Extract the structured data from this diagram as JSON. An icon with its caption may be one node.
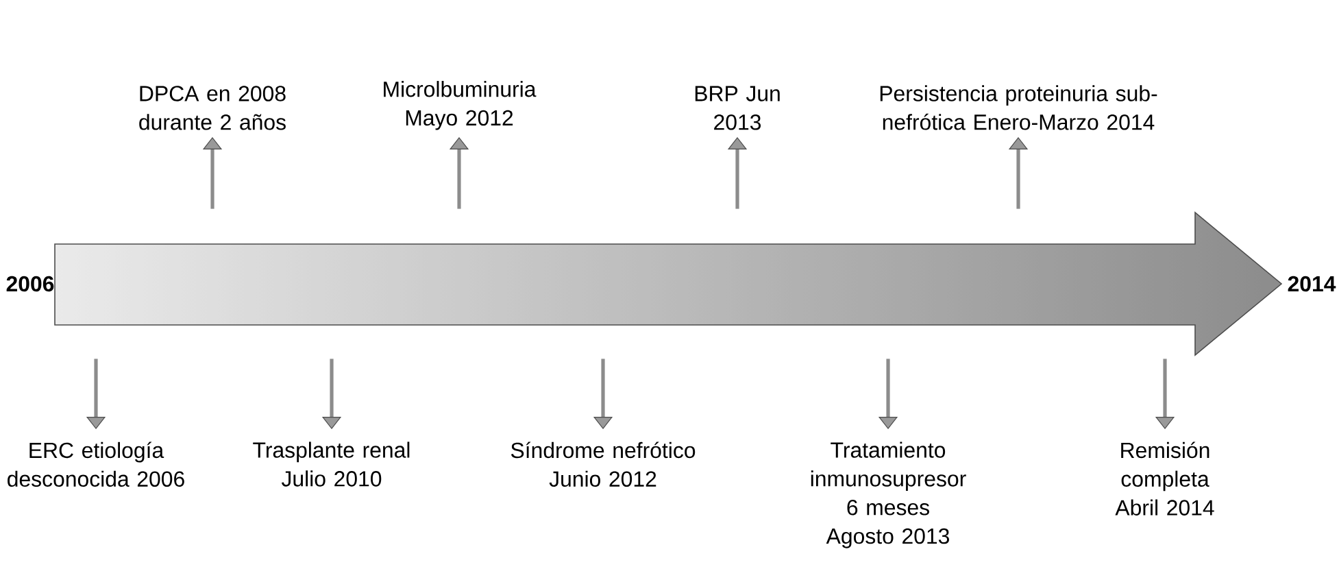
{
  "diagram": {
    "nodes": [
      {
        "text": [],
        "shape": "arrow"
      },
      {
        "text": [
          "ERC etiología desconocida 2006"
        ]
      },
      {
        "text": [
          "DPCA en 2008 durante 2 años"
        ]
      },
      {
        "text": [
          "Trasplante renal Julio 2010"
        ]
      },
      {
        "text": [
          "Microlbuminuria Mayo 2012"
        ]
      },
      {
        "text": [
          "Síndrome nefrótico Junio 2012"
        ]
      },
      {
        "text": [
          "BRP Jun 2013"
        ]
      },
      {
        "text": [
          "Tratamiento inmunosupresor 6 meses Agosto 2013"
        ]
      },
      {
        "text": [
          "Persistencia proteinuria sub-nefrótica Enero-Marzo 2014"
        ]
      },
      {
        "text": [
          "Remisión completa Abril 2014"
        ]
      }
    ],
    "edges": [
      {
        "from": 0,
        "to": 1,
        "arrow": "to"
      },
      {
        "from": 0,
        "to": 2,
        "arrow": "to"
      },
      {
        "from": 0,
        "to": 3,
        "arrow": "to"
      },
      {
        "from": 0,
        "to": 4,
        "arrow": "to"
      },
      {
        "from": 0,
        "to": 5,
        "arrow": "to"
      },
      {
        "from": 0,
        "to": 6,
        "arrow": "to"
      },
      {
        "from": 0,
        "to": 7,
        "arrow": "to"
      },
      {
        "from": 0,
        "to": 8,
        "arrow": "to"
      },
      {
        "from": 0,
        "to": 9,
        "arrow": "to"
      }
    ],
    "labels": [
      "2006",
      "2014"
    ]
  }
}
